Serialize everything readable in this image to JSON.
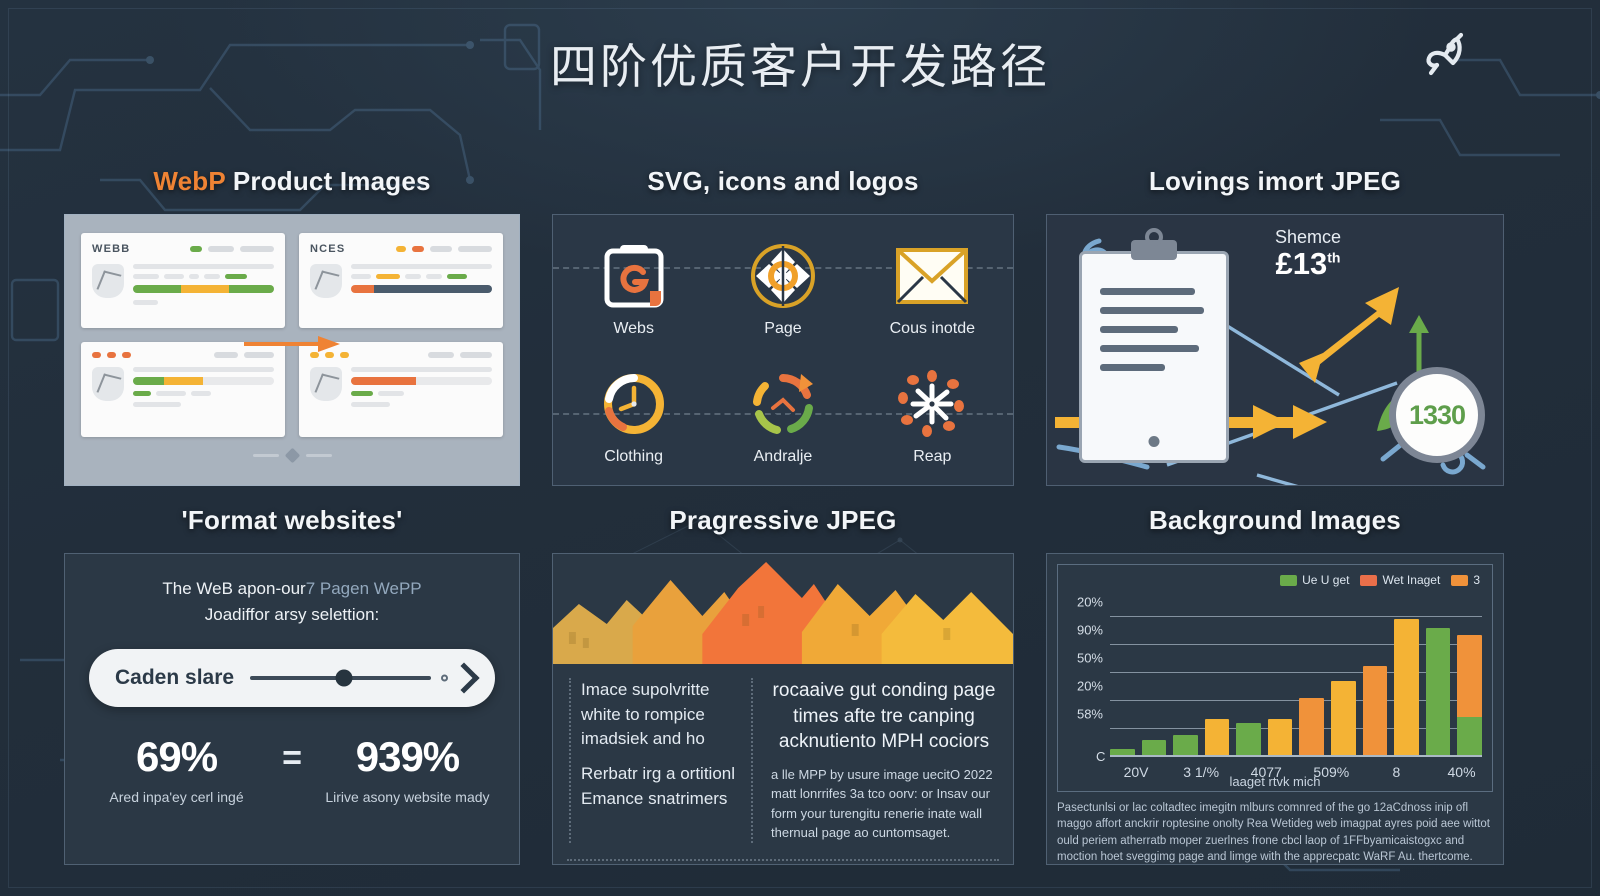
{
  "header": {
    "title": "四阶优质客户开发路径",
    "rocket_icon": "rocket-icon"
  },
  "colors": {
    "background": "#243240",
    "accent_orange": "#ef8334",
    "accent_amber": "#f4b335",
    "accent_green": "#6aab4a",
    "accent_red": "#ea6f4a",
    "panel": "#2b3845",
    "text": "#eef2f6"
  },
  "panels": {
    "webp": {
      "title_highlight": "WebP",
      "title_rest": " Product Images",
      "cards": [
        {
          "label": "WEBB",
          "bar": [
            {
              "color": "#6aab4a",
              "w": 34
            },
            {
              "color": "#f4b335",
              "w": 34
            },
            {
              "color": "#6aab4a",
              "w": 32
            }
          ]
        },
        {
          "label": "NCES",
          "bar": [
            {
              "color": "#e8733f",
              "w": 16
            },
            {
              "color": "#4a5b6c",
              "w": 84
            }
          ]
        },
        {
          "label": "",
          "bar": [
            {
              "color": "#6aab4a",
              "w": 22
            },
            {
              "color": "#f4b335",
              "w": 28
            },
            {
              "color": "#e8e9eb",
              "w": 50
            }
          ]
        },
        {
          "label": "",
          "bar": [
            {
              "color": "#e8733f",
              "w": 46
            },
            {
              "color": "#e8e9eb",
              "w": 54
            }
          ]
        }
      ]
    },
    "svg": {
      "title": "SVG, icons and logos",
      "icons": [
        {
          "name": "clipboard-g-icon",
          "label": "Webs"
        },
        {
          "name": "target-compass-icon",
          "label": "Page"
        },
        {
          "name": "envelope-icon",
          "label": "Cous inotde"
        },
        {
          "name": "clock-donut-icon",
          "label": "Clothing"
        },
        {
          "name": "cycle-arrows-icon",
          "label": "Andralje"
        },
        {
          "name": "hub-network-icon",
          "label": "Reap"
        }
      ]
    },
    "jpeg": {
      "title": "Lovings imort JPEG",
      "callout_label": "Shemce",
      "callout_value": "£13",
      "callout_suffix": "th",
      "bubble_value": "1330"
    },
    "format": {
      "title": "'Format websites'",
      "intro_line1_a": "The WeB apon-our",
      "intro_line1_b": "7 Pagen  WePP",
      "intro_line2": "Joadiffor arsy selettion:",
      "slider_label": "Caden slare",
      "slider_value": 52,
      "stats": [
        {
          "value": "69%",
          "caption": "Ared inpa'ey cerl ingé"
        },
        {
          "value": "939%",
          "caption": "Lirive asony website mady"
        }
      ],
      "equals": "=",
      "chevron_icon": "chevron-right-icon"
    },
    "progressive": {
      "title": "Pragressive JPEG",
      "col_left_1": "Imace supolvritte white to rompice imadsiek and ho",
      "col_left_2": "Rerbatr irg a ortitionl Emance snatrimers",
      "col_right_head": "rocaaive gut conding page times afte tre canping acknutiento MPH cociors",
      "col_right_body": "a lle MPP by usure image uecitO 2022 matt lonrrifes 3a tco oorv: or Insav our form your turengitu renerie inate wall thernual page ao cuntomsaget."
    },
    "background_images": {
      "title": "Background Images",
      "chart_caption": "laaget rtvk mich",
      "footnote": "Pasectunlsi or lac coltadtec imegitn mlburs comnred of the go 12aCdnoss inip ofl maggo affort anckrir roptesine onolty Rea Wetideg web imagpat ayres poid aee wittot ould periem atherratb moper zuerlnes frone cbcl laop of 1FFbyamicaistogxc and moction hoet sveggimg page and limge with the apprecpatc WaRF Au. thertcome."
    }
  },
  "chart_data": {
    "type": "bar",
    "title": "Background Images",
    "xlabel": "laaget rtvk mich",
    "ylabel": "",
    "categories": [
      "20V",
      "3 1/%",
      "4077",
      "509%",
      "",
      "8",
      "",
      "40%",
      "",
      ""
    ],
    "xtick_labels": [
      "20V",
      "3 1/%",
      "4077",
      "509%",
      "8",
      "40%"
    ],
    "ytick_labels": [
      "58%",
      "20%",
      "50%",
      "90%",
      "20%"
    ],
    "yzero_label": "C",
    "ylim": [
      0,
      100
    ],
    "grid": true,
    "legend_position": "top-right",
    "legend": [
      {
        "label": "Ue U get",
        "color": "#6aab4a"
      },
      {
        "label": "Wet Inaget",
        "color": "#ea6f4a"
      },
      {
        "label": "3",
        "color": "#f0923a"
      }
    ],
    "bars": [
      {
        "value": 4,
        "color": "#6aab4a"
      },
      {
        "value": 10,
        "color": "#6aab4a"
      },
      {
        "value": 14,
        "color": "#6aab4a"
      },
      {
        "value": 25,
        "color": "#f4b335"
      },
      {
        "value": 22,
        "color": "#6aab4a"
      },
      {
        "value": 25,
        "color": "#f4b335"
      },
      {
        "value": 39,
        "color": "#f0923a"
      },
      {
        "value": 51,
        "color": "#f4b335"
      },
      {
        "value": 61,
        "color": "#f0923a"
      },
      {
        "value": 93,
        "color": "#f4b335"
      },
      {
        "value": 87,
        "color": "#6aab4a"
      },
      {
        "value": 82,
        "color": "#f0923a",
        "stack_under": {
          "value": 26,
          "color": "#6aab4a"
        }
      }
    ]
  }
}
